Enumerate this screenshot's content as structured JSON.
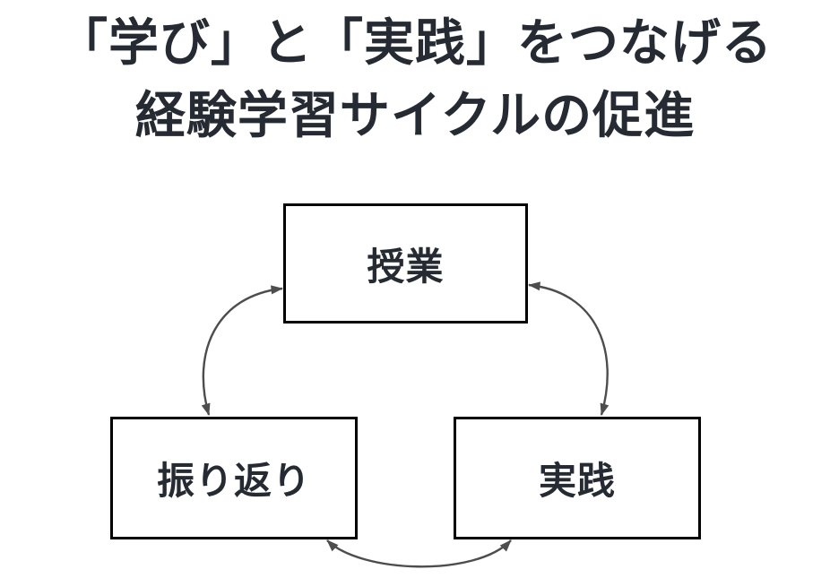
{
  "title": {
    "line1": "「学び」と「実践」をつなげる",
    "line2": "経験学習サイクルの促進"
  },
  "diagram": {
    "type": "cycle",
    "nodes": [
      {
        "id": "jugyou",
        "label": "授業"
      },
      {
        "id": "furikaeri",
        "label": "振り返り"
      },
      {
        "id": "jissen",
        "label": "実践"
      }
    ],
    "edges": [
      {
        "from": "jugyou",
        "to": "furikaeri",
        "bidirectional": true,
        "side": "left"
      },
      {
        "from": "jugyou",
        "to": "jissen",
        "bidirectional": true,
        "side": "right"
      },
      {
        "from": "furikaeri",
        "to": "jissen",
        "bidirectional": true,
        "side": "bottom"
      }
    ],
    "colors": {
      "background": "#ffffff",
      "text": "#262b33",
      "box_border": "#000000",
      "arrow": "#4d4d4d"
    }
  }
}
